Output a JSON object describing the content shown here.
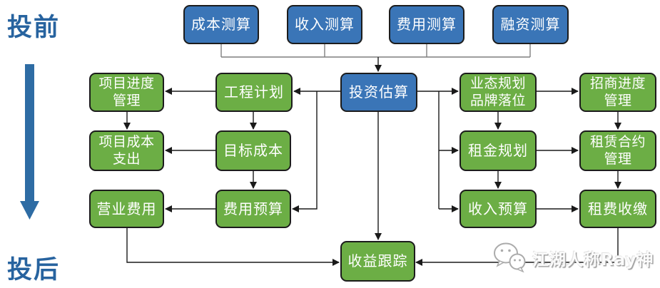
{
  "phases": {
    "pre": "投前",
    "post": "投后"
  },
  "nodes": {
    "cost_estimation": {
      "label": "成本测算",
      "type": "blue"
    },
    "revenue_estimation": {
      "label": "收入测算",
      "type": "blue"
    },
    "expense_estimation": {
      "label": "费用测算",
      "type": "blue"
    },
    "financing_estimation": {
      "label": "融资测算",
      "type": "blue"
    },
    "investment_estimation": {
      "label": "投资估算",
      "type": "blue"
    },
    "project_schedule_mgmt": {
      "lines": [
        "项目进度",
        "管理"
      ],
      "type": "green"
    },
    "engineering_plan": {
      "label": "工程计划",
      "type": "green"
    },
    "format_planning_brand": {
      "lines": [
        "业态规划",
        "品牌落位"
      ],
      "type": "green"
    },
    "leasing_progress_mgmt": {
      "lines": [
        "招商进度",
        "管理"
      ],
      "type": "green"
    },
    "project_cost_expenditure": {
      "lines": [
        "项目成本",
        "支出"
      ],
      "type": "green"
    },
    "target_cost": {
      "label": "目标成本",
      "type": "green"
    },
    "rent_planning": {
      "label": "租金规划",
      "type": "green"
    },
    "lease_contract_mgmt": {
      "lines": [
        "租赁合约",
        "管理"
      ],
      "type": "green"
    },
    "operating_expense": {
      "label": "营业费用",
      "type": "green"
    },
    "expense_budget": {
      "label": "费用预算",
      "type": "green"
    },
    "revenue_budget": {
      "label": "收入预算",
      "type": "green"
    },
    "rent_collection": {
      "label": "租费收缴",
      "type": "green"
    },
    "profit_tracking": {
      "label": "收益跟踪",
      "type": "green"
    }
  },
  "watermark": {
    "text": "江湖人称Ray神",
    "icon": "wechat-icon"
  },
  "colors": {
    "blue_box": "#3a75b7",
    "green_box": "#6cae45",
    "box_border": "#1c1c1c",
    "phase_text": "#27639f",
    "arrow_blue": "#2e6ca4",
    "connector_dark": "#1a1a1a",
    "connector_gray": "#7f7f7f",
    "watermark_gray": "#9e9e9e"
  }
}
